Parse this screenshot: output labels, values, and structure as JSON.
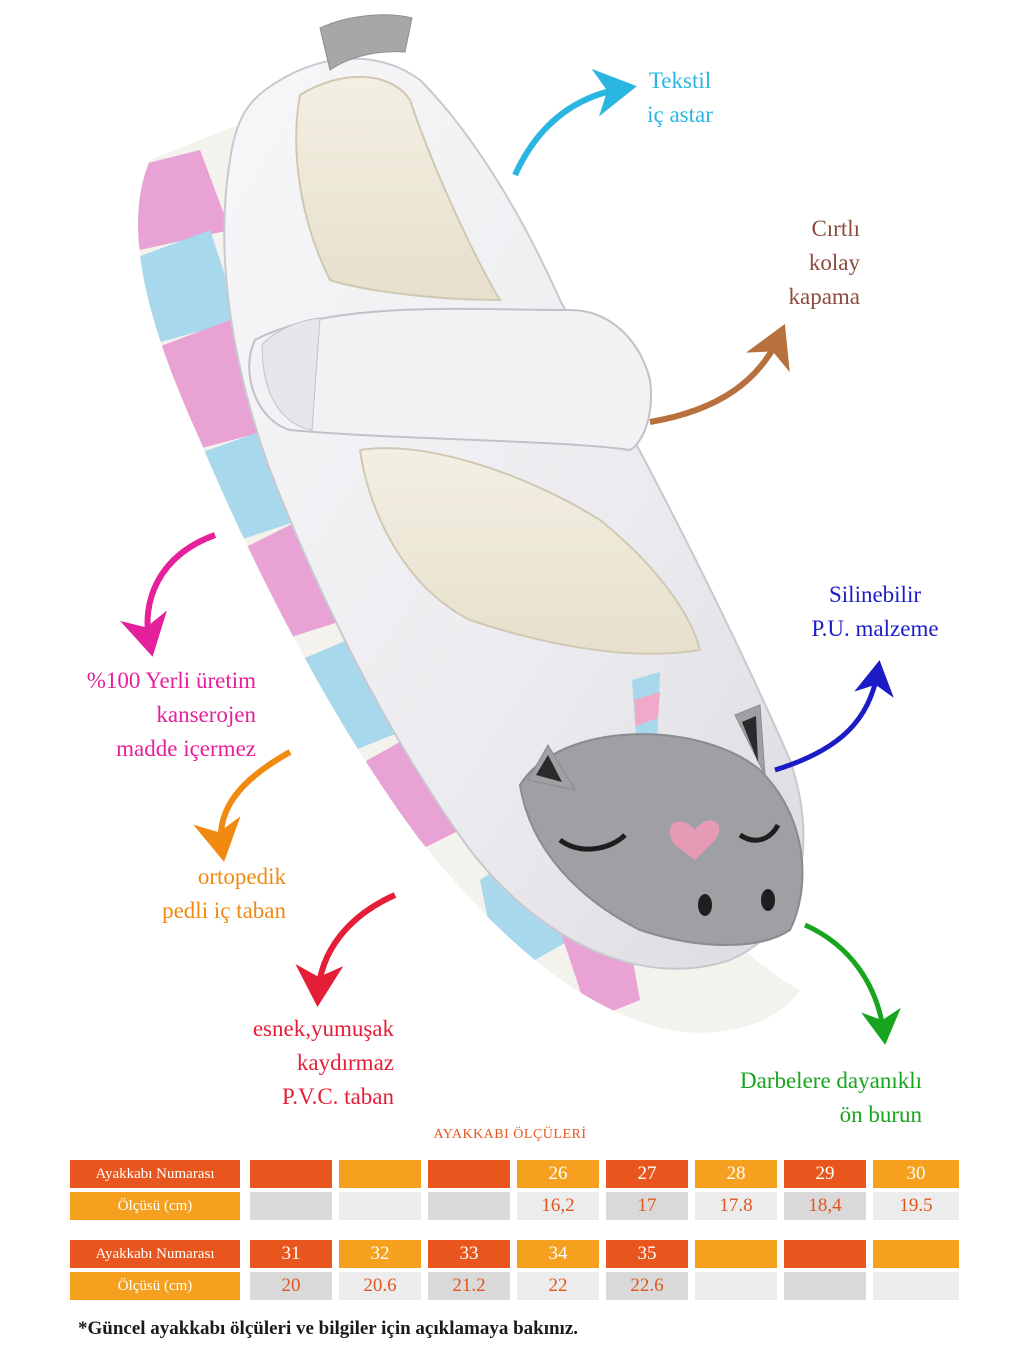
{
  "callouts": {
    "tekstil": "Tekstil\niç astar",
    "cirtli": "Cırtlı\nkolay\nkapama",
    "silinebilir": "Silinebilir\nP.U. malzeme",
    "yerli": "%100 Yerli üretim\nkanserojen\nmadde içermez",
    "ortopedik": "ortopedik\npedli iç taban",
    "esnek": "esnek,yumuşak\nkaydırmaz\nP.V.C. taban",
    "darbe": "Darbelere dayanıklı\nön burun"
  },
  "colors": {
    "tekstil": "#29b6e0",
    "cirtli": "#b8703c",
    "silinebilir": "#1c1cc6",
    "yerli": "#e4209a",
    "ortopedik": "#f08a10",
    "esnek": "#e51e37",
    "darbe": "#17a51f",
    "header_red": "#e8561d",
    "header_amber": "#f5a01e",
    "measure_gray": "#d9d9d9"
  },
  "size_table": {
    "title": "AYAKKABI ÖLÇÜLERİ",
    "size_label": "Ayakkabı Numarası",
    "measure_label": "Ölçüsü (cm)",
    "groups": [
      {
        "sizes": [
          "",
          "",
          "",
          "26",
          "27",
          "28",
          "29",
          "30"
        ],
        "measures": [
          "",
          "",
          "",
          "16,2",
          "17",
          "17.8",
          "18,4",
          "19.5"
        ]
      },
      {
        "sizes": [
          "31",
          "32",
          "33",
          "34",
          "35",
          "",
          "",
          ""
        ],
        "measures": [
          "20",
          "20.6",
          "21.2",
          "22",
          "22.6",
          "",
          "",
          ""
        ]
      }
    ]
  },
  "footnote": "*Güncel ayakkabı ölçüleri ve bilgiler için açıklamaya bakınız."
}
